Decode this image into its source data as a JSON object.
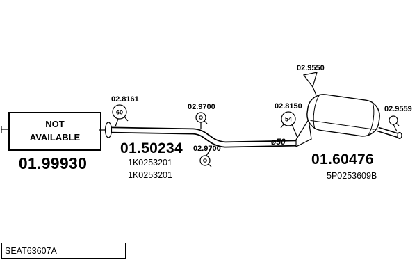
{
  "footer": {
    "code": "SEAT63607A"
  },
  "not_available": {
    "line1": "NOT",
    "line2": "AVAILABLE"
  },
  "labels": {
    "main_left": "01.99930",
    "clamp_front": "02.8161",
    "clamp_front_size": "60",
    "hanger_mid_top": "02.9700",
    "pipe_assembly": "01.50234",
    "pipe_oe1": "1K0253201",
    "pipe_oe2": "1K0253201",
    "hanger_mid_bottom": "02.9700",
    "pipe_diameter": "ø50",
    "hanger_rear_top": "02.9550",
    "clamp_rear": "02.8150",
    "clamp_rear_size": "54",
    "tail_trim": "02.9559",
    "rear_silencer": "01.60476",
    "rear_oe": "5P0253609B"
  },
  "colors": {
    "line": "#000000",
    "background": "#ffffff"
  }
}
